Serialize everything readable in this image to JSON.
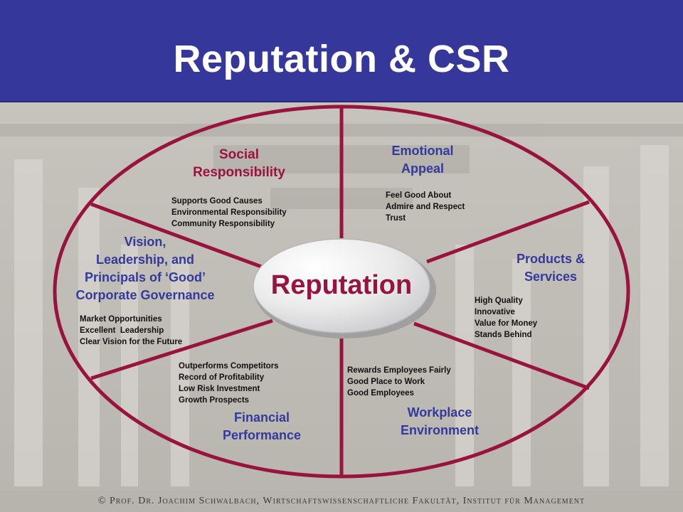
{
  "title": "Reputation & CSR",
  "center": "Reputation",
  "footer": "© Prof. Dr. Joachim Schwalbach, Wirtschaftswissenschaftliche Fakultät, Institut für Management",
  "colors": {
    "header": "#35389a",
    "segment_line": "#98143f",
    "red_title": "#98143f",
    "blue_title": "#333a9c"
  },
  "segments": {
    "social": {
      "title_1": "Social",
      "title_2": "Responsibility",
      "items": [
        "Supports Good Causes",
        "Environmental Responsibility",
        "Community Responsibility"
      ]
    },
    "emotional": {
      "title_1": "Emotional",
      "title_2": "Appeal",
      "items": [
        "Feel Good About",
        "Admire and Respect",
        "Trust"
      ]
    },
    "products": {
      "title_1": "Products &",
      "title_2": "Services",
      "items": [
        "High Quality",
        "Innovative",
        "Value for Money",
        "Stands Behind"
      ]
    },
    "workplace": {
      "title_1": "Workplace",
      "title_2": "Environment",
      "items": [
        "Rewards Employees Fairly",
        "Good Place to Work",
        "Good Employees"
      ]
    },
    "financial": {
      "title_1": "Financial",
      "title_2": "Performance",
      "items": [
        "Outperforms Competitors",
        "Record of Profitability",
        "Low Risk Investment",
        "Growth Prospects"
      ]
    },
    "vision": {
      "title_1": "Vision,",
      "title_2": "Leadership, and",
      "title_3": "Principals of ‘Good’",
      "title_4": "Corporate Governance",
      "items": [
        "Market Opportunities",
        "Excellent  Leadership",
        "Clear Vision for the Future"
      ]
    }
  }
}
